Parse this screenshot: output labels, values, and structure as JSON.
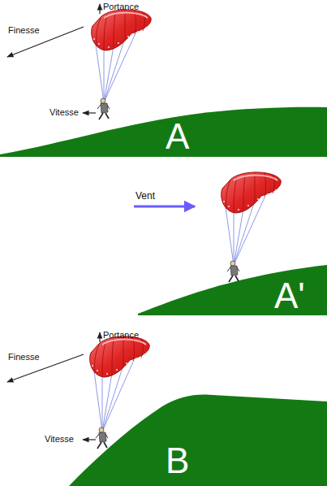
{
  "diagram": {
    "labels": [
      "Portance",
      "Finesse",
      "Vitesse",
      "A",
      "Vent",
      "A'",
      "Portance",
      "Finesse",
      "Vitesse",
      "B"
    ]
  }
}
